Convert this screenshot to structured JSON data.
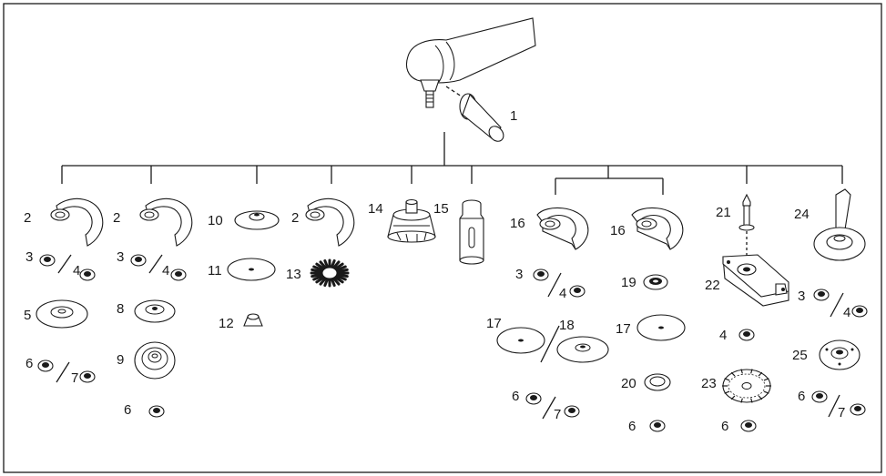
{
  "diagram": {
    "description_labels": {
      "n1": "1",
      "n2": "2",
      "n3": "3",
      "n4": "4",
      "n5": "5",
      "n6": "6",
      "n7": "7",
      "n8": "8",
      "n9": "9",
      "n10": "10",
      "n11": "11",
      "n12": "12",
      "n13": "13",
      "n14": "14",
      "n15": "15",
      "n16": "16",
      "n17": "17",
      "n18": "18",
      "n19": "19",
      "n20": "20",
      "n21": "21",
      "n22": "22",
      "n23": "23",
      "n24": "24",
      "n25": "25"
    },
    "colors": {
      "line": "#1a1a1a",
      "background": "#ffffff"
    }
  }
}
